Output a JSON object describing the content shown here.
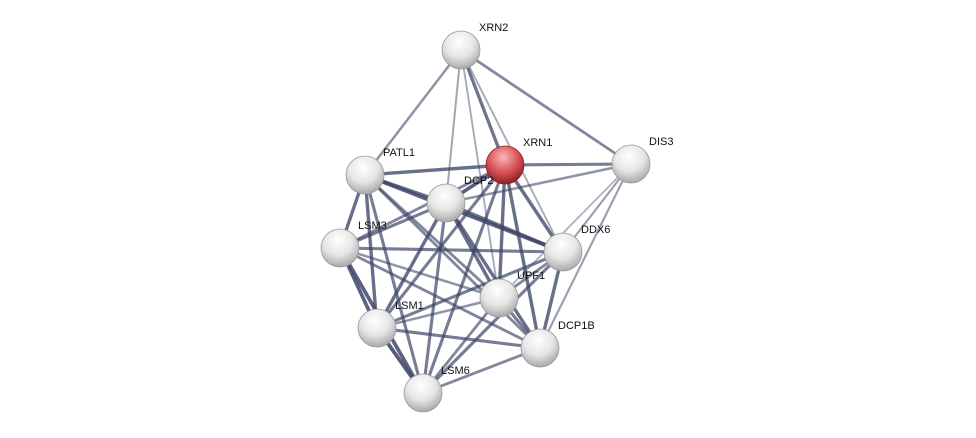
{
  "network": {
    "nodes": [
      {
        "id": "XRN2",
        "label": "XRN2"
      },
      {
        "id": "XRN1",
        "label": "XRN1",
        "query": true
      },
      {
        "id": "DIS3",
        "label": "DIS3"
      },
      {
        "id": "PATL1",
        "label": "PATL1"
      },
      {
        "id": "DCP2",
        "label": "DCP2"
      },
      {
        "id": "LSM3",
        "label": "LSM3"
      },
      {
        "id": "DDX6",
        "label": "DDX6"
      },
      {
        "id": "UPF1",
        "label": "UPF1"
      },
      {
        "id": "LSM1",
        "label": "LSM1"
      },
      {
        "id": "DCP1B",
        "label": "DCP1B"
      },
      {
        "id": "LSM6",
        "label": "LSM6"
      }
    ],
    "edges": [
      [
        "XRN2",
        "PATL1",
        0.5
      ],
      [
        "XRN2",
        "DCP2",
        0.35
      ],
      [
        "XRN2",
        "XRN1",
        0.75
      ],
      [
        "XRN2",
        "DIS3",
        0.6
      ],
      [
        "XRN2",
        "UPF1",
        0.3
      ],
      [
        "XRN2",
        "DDX6",
        0.3
      ],
      [
        "XRN1",
        "PATL1",
        0.8
      ],
      [
        "XRN1",
        "DIS3",
        0.7
      ],
      [
        "XRN1",
        "DCP2",
        0.9
      ],
      [
        "XRN1",
        "LSM3",
        0.6
      ],
      [
        "XRN1",
        "DDX6",
        0.8
      ],
      [
        "XRN1",
        "UPF1",
        0.8
      ],
      [
        "XRN1",
        "LSM1",
        0.7
      ],
      [
        "XRN1",
        "DCP1B",
        0.8
      ],
      [
        "XRN1",
        "LSM6",
        0.7
      ],
      [
        "DIS3",
        "DCP2",
        0.5
      ],
      [
        "DIS3",
        "DDX6",
        0.4
      ],
      [
        "DIS3",
        "DCP1B",
        0.4
      ],
      [
        "DIS3",
        "UPF1",
        0.25
      ],
      [
        "PATL1",
        "DCP2",
        0.8
      ],
      [
        "PATL1",
        "LSM3",
        0.8
      ],
      [
        "PATL1",
        "LSM1",
        0.8
      ],
      [
        "PATL1",
        "LSM6",
        0.7
      ],
      [
        "PATL1",
        "DDX6",
        0.9
      ],
      [
        "PATL1",
        "UPF1",
        0.6
      ],
      [
        "PATL1",
        "DCP1B",
        0.6
      ],
      [
        "DCP2",
        "LSM3",
        0.7
      ],
      [
        "DCP2",
        "LSM1",
        0.8
      ],
      [
        "DCP2",
        "LSM6",
        0.7
      ],
      [
        "DCP2",
        "UPF1",
        0.8
      ],
      [
        "DCP2",
        "DDX6",
        0.8
      ],
      [
        "DCP2",
        "DCP1B",
        0.8
      ],
      [
        "LSM3",
        "DDX6",
        0.7
      ],
      [
        "LSM3",
        "LSM1",
        0.9
      ],
      [
        "LSM3",
        "LSM6",
        0.9
      ],
      [
        "LSM3",
        "UPF1",
        0.5
      ],
      [
        "LSM3",
        "DCP1B",
        0.6
      ],
      [
        "DDX6",
        "LSM1",
        0.7
      ],
      [
        "DDX6",
        "UPF1",
        0.6
      ],
      [
        "DDX6",
        "DCP1B",
        0.8
      ],
      [
        "DDX6",
        "LSM6",
        0.7
      ],
      [
        "UPF1",
        "LSM1",
        0.5
      ],
      [
        "UPF1",
        "LSM6",
        0.6
      ],
      [
        "UPF1",
        "DCP1B",
        0.7
      ],
      [
        "LSM1",
        "LSM6",
        0.95
      ],
      [
        "LSM1",
        "DCP1B",
        0.7
      ],
      [
        "DCP1B",
        "LSM6",
        0.6
      ]
    ],
    "colors": {
      "edge": "#3a4466",
      "node": "#e8e8e8",
      "query_node": "#d9545a"
    }
  }
}
